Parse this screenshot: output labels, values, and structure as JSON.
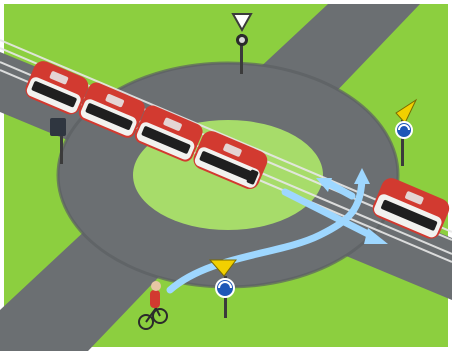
{
  "scene": {
    "kind": "illustration",
    "colors": {
      "grass": "#8ccf3f",
      "grass_light": "#a7dc6a",
      "asphalt": "#6b6f72",
      "asphalt_dark": "#5b5f62",
      "tram_red": "#d23a30",
      "tram_body": "#f2f2ef",
      "tram_window": "#1f1f1f",
      "arrow_blue": "#9ed7ff",
      "sign_yellow": "#f2d000",
      "sign_blue": "#1e57b7",
      "sign_white": "#ffffff"
    },
    "icons": {
      "yield_sign": "triangle-yield",
      "mandatory_roundabout_sign": "roundabout-blue-circle",
      "cyclist": "cyclist-figure"
    }
  }
}
